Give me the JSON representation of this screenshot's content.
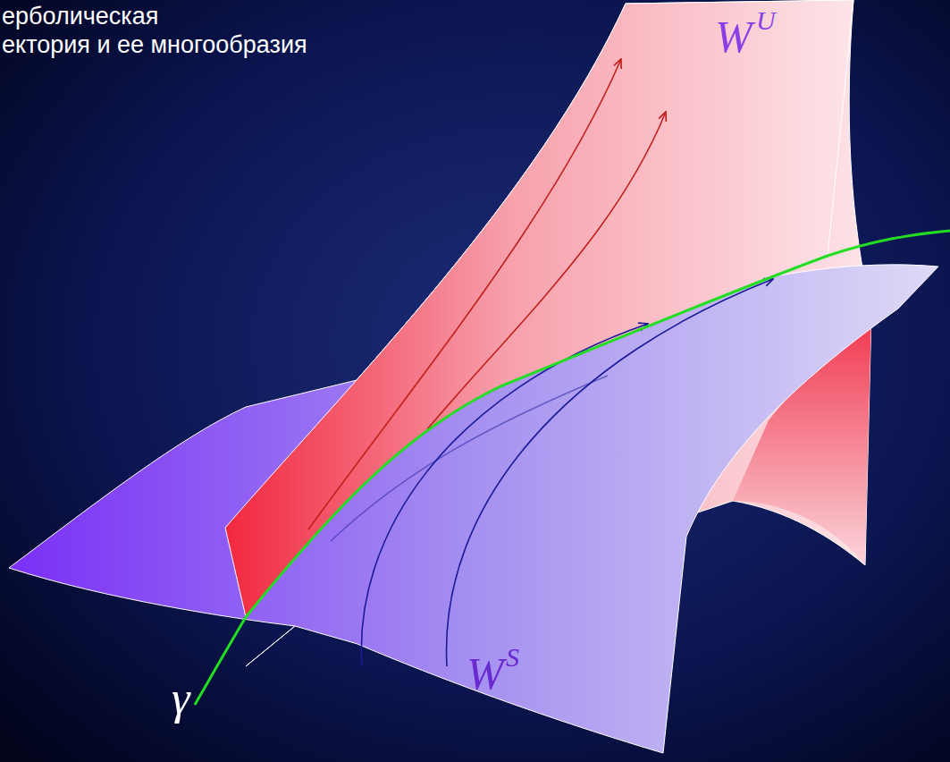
{
  "diagram": {
    "title": "ерболическая ектория и ее многообразия",
    "labels": [
      "W",
      "U",
      "W",
      "S",
      "γ"
    ]
  }
}
